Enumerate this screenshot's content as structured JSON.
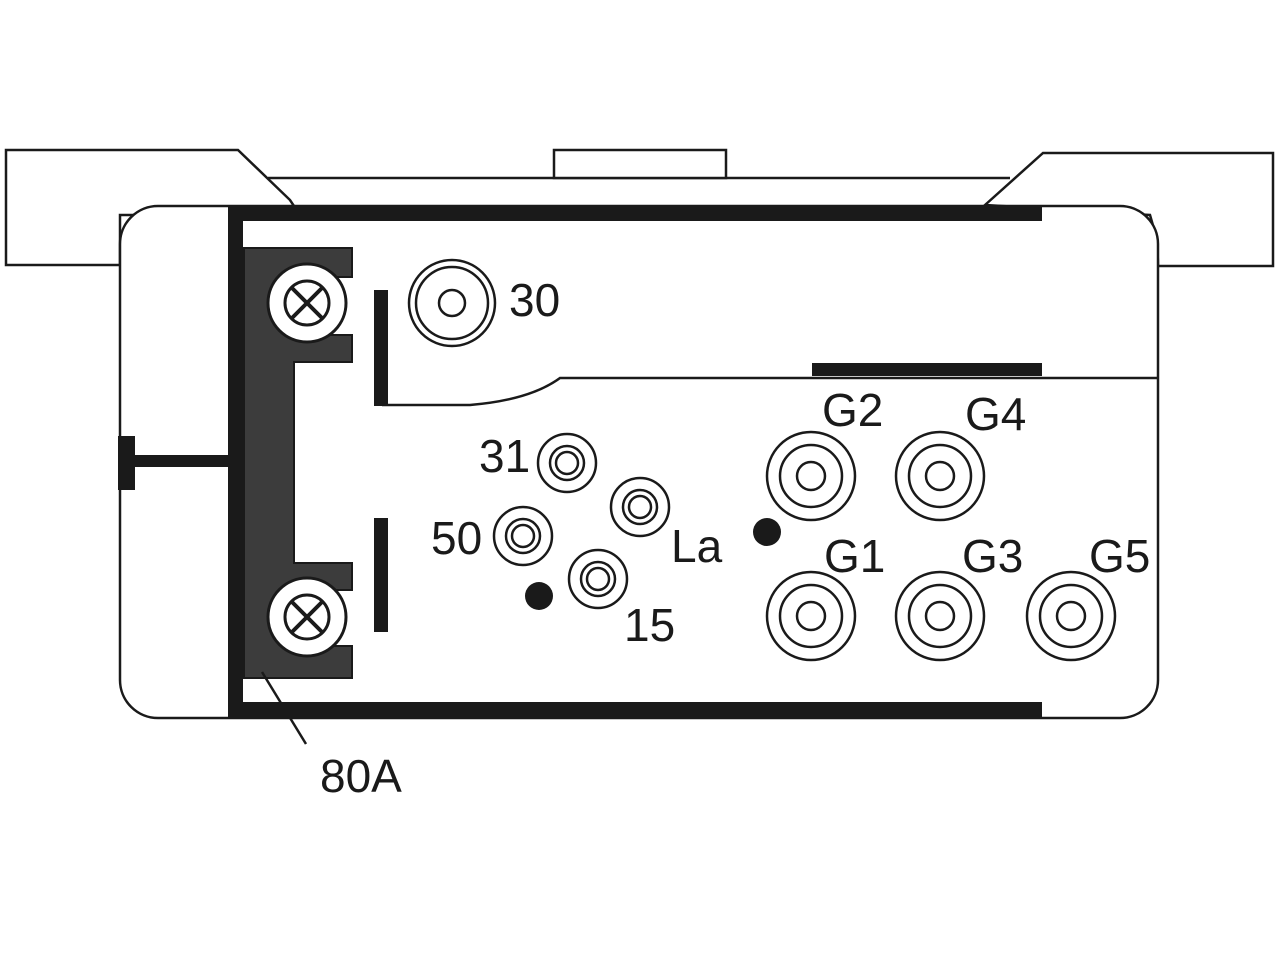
{
  "diagram": {
    "colors": {
      "line": "#1a1a1a",
      "fill": "#ffffff",
      "busbar_shade": "#3c3c3c"
    },
    "terminals": {
      "t30": "30",
      "t31": "31",
      "t50": "50",
      "t15": "15",
      "tLa": "La",
      "tG1": "G1",
      "tG2": "G2",
      "tG3": "G3",
      "tG4": "G4",
      "tG5": "G5"
    },
    "fuse_label": "80A"
  }
}
